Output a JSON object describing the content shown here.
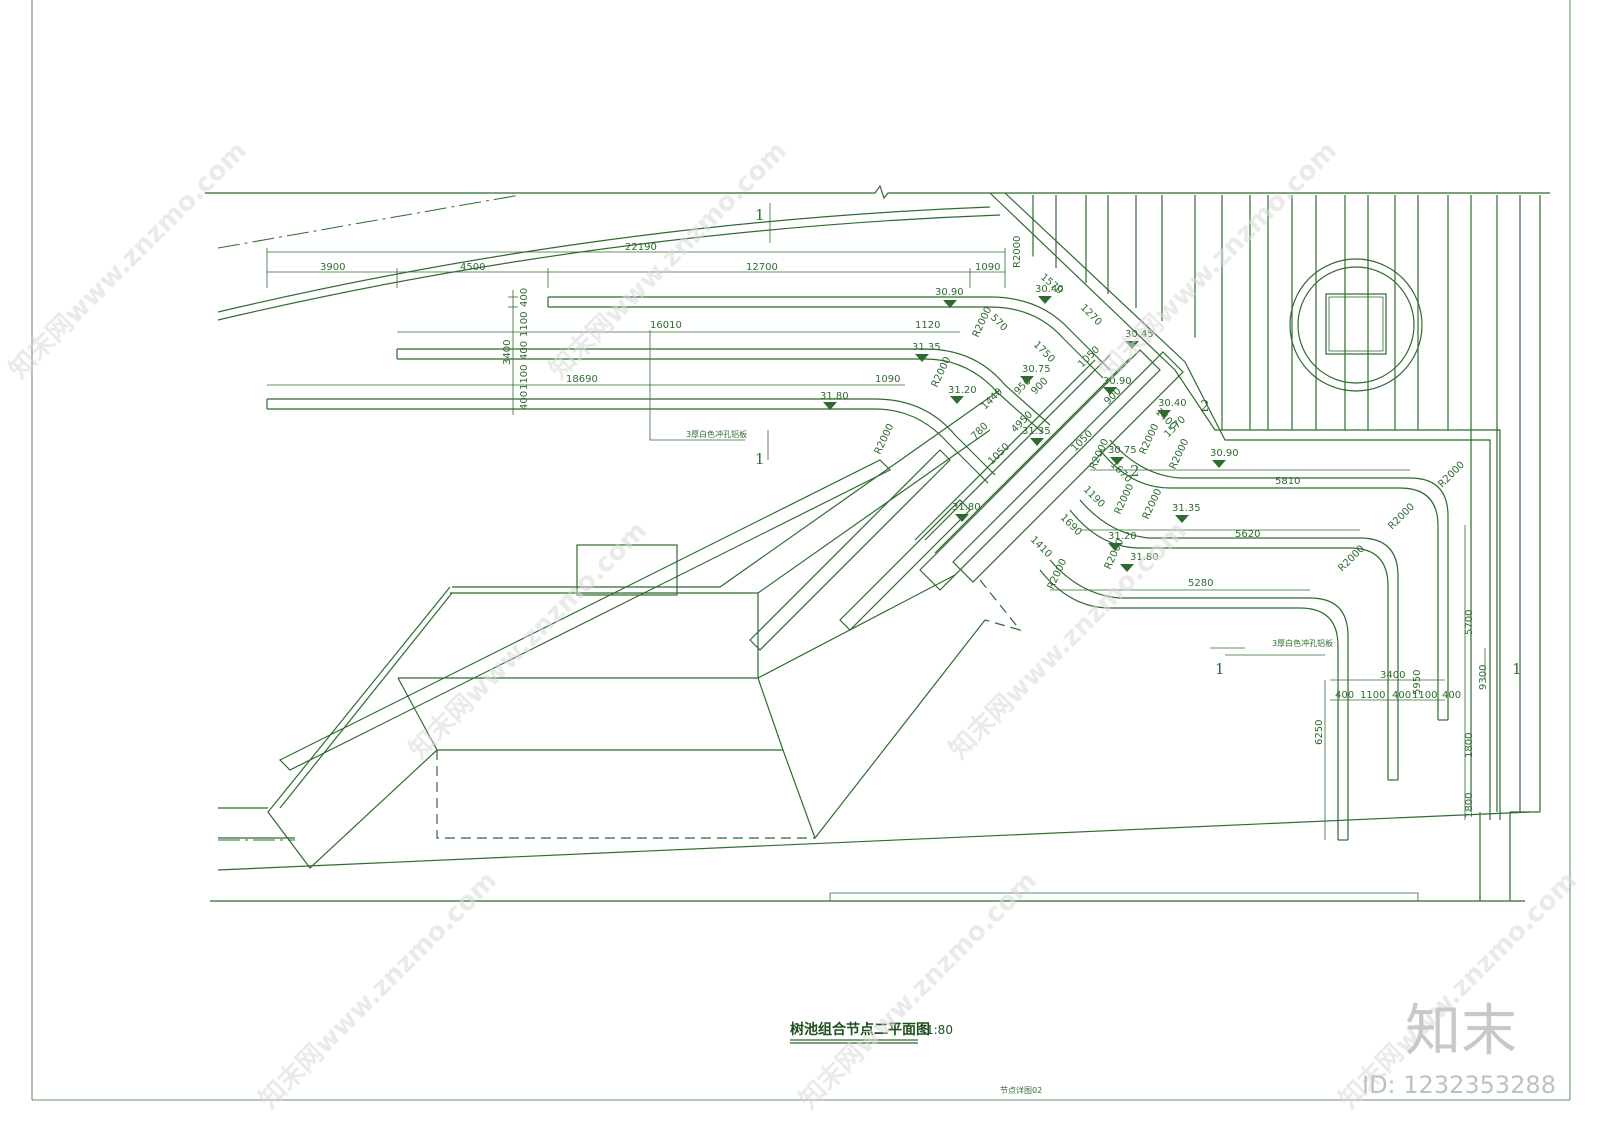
{
  "drawing": {
    "title": "树池组合节点二平面图",
    "scale": "1:80",
    "sheet_name": "节点详图02"
  },
  "section_marks": [
    "1",
    "1",
    "1",
    "1",
    "2",
    "2"
  ],
  "top_dimensions": {
    "overall": "22190",
    "segments": [
      "3900",
      "4500",
      "12700",
      "1090"
    ],
    "radius": "R2000"
  },
  "bench_dims": {
    "vertical_total": "3400",
    "vertical": [
      "400",
      "1100",
      "400",
      "1100",
      "400"
    ],
    "lengths": [
      "16010",
      "1120",
      "18690",
      "1090"
    ]
  },
  "right_dims": {
    "horizontal": [
      "5810",
      "5620",
      "5280"
    ],
    "bottom_total": "3400",
    "bottom_segments": [
      "400",
      "1100",
      "400",
      "1100",
      "400"
    ],
    "vertical": [
      "5700",
      "5950",
      "9300",
      "6250",
      "1800",
      "1800"
    ]
  },
  "diagonal_dims": [
    "1570",
    "1270",
    "1750",
    "1050",
    "570",
    "950",
    "900",
    "1440",
    "4950",
    "780",
    "1050",
    "900",
    "1050",
    "1190",
    "1690",
    "1410",
    "1670",
    "1570",
    "1400"
  ],
  "radius_labels": [
    "R2000",
    "R2000",
    "R2000",
    "R2000",
    "R2000",
    "R2000",
    "R2000",
    "R2000",
    "R2000",
    "R2000",
    "R2000",
    "R2000",
    "R2000"
  ],
  "elevations": [
    "30.90",
    "30.40",
    "30.45",
    "31.35",
    "30.75",
    "31.20",
    "31.80",
    "30.90",
    "31.35",
    "30.40",
    "30.90",
    "30.75",
    "31.80",
    "31.35",
    "31.20",
    "31.80"
  ],
  "notes": {
    "left": "3厚白色冲孔铝板",
    "right": "3厚白色冲孔铝板"
  },
  "watermark": {
    "site": "知末网www.znzmo.com",
    "brand": "知末",
    "id": "ID: 1232353288"
  },
  "colors": {
    "line": "#2f6b2f",
    "watermark": "#d9d9d9"
  }
}
